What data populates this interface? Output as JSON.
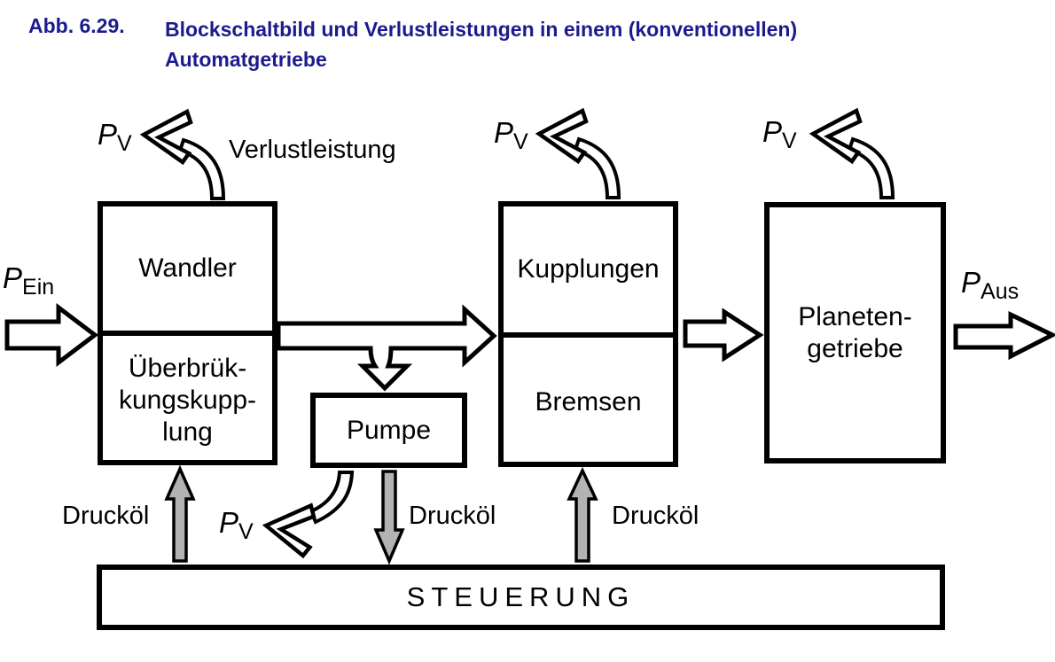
{
  "figure": {
    "label": "Abb. 6.29.",
    "title_line1": "Blockschaltbild und Verlustleistungen in einem (konventionellen)",
    "title_line2": "Automatgetriebe"
  },
  "blocks": {
    "wandler": "Wandler",
    "ueberbrueckung": [
      "Überbrük-",
      "kungskupp-",
      "lung"
    ],
    "pumpe": "Pumpe",
    "kupplungen": "Kupplungen",
    "bremsen": "Bremsen",
    "planetengetriebe": [
      "Planeten-",
      "getriebe"
    ],
    "steuerung": "STEUERUNG"
  },
  "labels": {
    "p_ein": {
      "main": "P",
      "sub": "Ein"
    },
    "p_aus": {
      "main": "P",
      "sub": "Aus"
    },
    "p_v": {
      "main": "P",
      "sub": "V"
    },
    "verlustleistung": "Verlustleistung",
    "druckoel": "Drucköl"
  },
  "colors": {
    "caption_text": "#1b1b8e",
    "line": "#000000",
    "oil_arrow_fill": "#b3b3b3",
    "background": "#ffffff"
  }
}
